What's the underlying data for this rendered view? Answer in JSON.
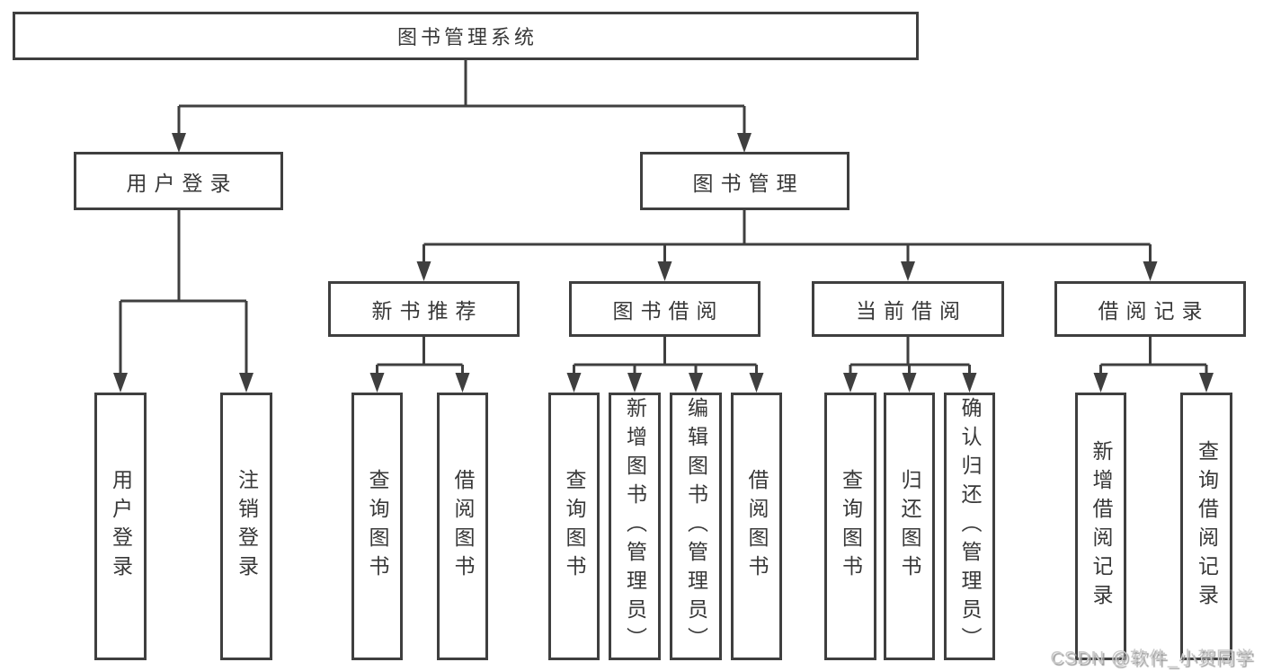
{
  "diagram": {
    "root": {
      "label": "图书管理系统"
    },
    "level1": [
      {
        "label": "用户登录"
      },
      {
        "label": "图书管理"
      }
    ],
    "level2": [
      {
        "label": "新书推荐"
      },
      {
        "label": "图书借阅"
      },
      {
        "label": "当前借阅"
      },
      {
        "label": "借阅记录"
      }
    ],
    "leaves": {
      "user_login": [
        {
          "label": "用户登录"
        },
        {
          "label": "注销登录"
        }
      ],
      "new_book_recommend": [
        {
          "label": "查询图书"
        },
        {
          "label": "借阅图书"
        }
      ],
      "book_borrow": [
        {
          "label": "查询图书"
        },
        {
          "label": "新增图书（管理员）"
        },
        {
          "label": "编辑图书（管理员）"
        },
        {
          "label": "借阅图书"
        }
      ],
      "current_borrow": [
        {
          "label": "查询图书"
        },
        {
          "label": "归还图书"
        },
        {
          "label": "确认归还（管理员）"
        }
      ],
      "borrow_records": [
        {
          "label": "新增借阅记录"
        },
        {
          "label": "查询借阅记录"
        }
      ]
    },
    "watermark": "CSDN @软件_小贺同学",
    "colors": {
      "line": "#3f3f3f",
      "text": "#383838",
      "background": "#ffffff",
      "watermark": "#c9c9c9"
    }
  }
}
